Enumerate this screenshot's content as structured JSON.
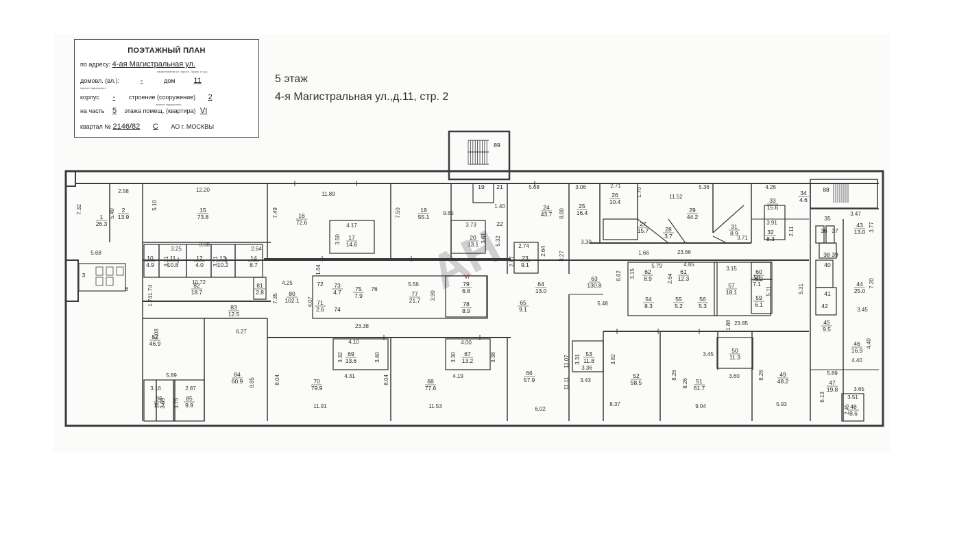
{
  "stamp": {
    "title": "ПОЭТАЖНЫЙ ПЛАН",
    "address_label": "по адресу:",
    "address_value": "4-ая Магистральная ул.",
    "address_hint": "наименование ул. (просп., бульв. и т.д.)",
    "domovl_label": "домовл. (вл.):",
    "domovl_value": "-",
    "dom_label": "дом",
    "dom_value": "11",
    "domovl_hint": "нужное подчеркнуть",
    "korpus_label": "корпус",
    "korpus_value": "-",
    "stroenie_label": "строение (сооружение)",
    "stroenie_value": "2",
    "stroenie_hint": "нужное подчеркнуть",
    "part_label": "на часть",
    "part_value": "5",
    "floor_label": "этажа",
    "premises_label": "помещ. (квартира)",
    "premises_value": "VI",
    "block_label": "квартал №",
    "block_value": "2146/82",
    "block_letter": "С",
    "block_suffix": "АО г. МОСКВЫ"
  },
  "header": {
    "floor": "5 этаж",
    "address": "4-я Магистральная ул.,д.11, стр. 2"
  },
  "plan": {
    "wall_color": "#3a3a3a",
    "watermark_color": "#cfcfcf",
    "mark_color": "#b3261e",
    "mark": "VI",
    "rooms": [
      {
        "n": "1",
        "a": "26.3"
      },
      {
        "n": "2",
        "a": "13.9"
      },
      {
        "n": "3"
      },
      {
        "n": "6"
      },
      {
        "n": "10",
        "a": "4.9"
      },
      {
        "n": "11",
        "a": "10.8"
      },
      {
        "n": "12",
        "a": "4.0"
      },
      {
        "n": "13",
        "a": "10.2"
      },
      {
        "n": "14",
        "a": "8.7"
      },
      {
        "n": "15",
        "a": "73.8"
      },
      {
        "n": "16",
        "a": "72.6"
      },
      {
        "n": "17",
        "a": "14.6"
      },
      {
        "n": "18",
        "a": "55.1"
      },
      {
        "n": "19"
      },
      {
        "n": "20",
        "a": "13.1"
      },
      {
        "n": "21"
      },
      {
        "n": "22"
      },
      {
        "n": "23",
        "a": "9.1"
      },
      {
        "n": "24",
        "a": "43.7"
      },
      {
        "n": "25",
        "a": "16.4"
      },
      {
        "n": "26",
        "a": "10.4"
      },
      {
        "n": "27",
        "a": "15.7"
      },
      {
        "n": "28",
        "a": "3.7"
      },
      {
        "n": "29",
        "a": "44.2"
      },
      {
        "n": "31",
        "a": "8.9"
      },
      {
        "n": "32",
        "a": "8.3"
      },
      {
        "n": "33",
        "a": "15.6"
      },
      {
        "n": "34",
        "a": "4.6"
      },
      {
        "n": "35"
      },
      {
        "n": "36"
      },
      {
        "n": "37"
      },
      {
        "n": "38"
      },
      {
        "n": "39"
      },
      {
        "n": "40"
      },
      {
        "n": "41"
      },
      {
        "n": "42"
      },
      {
        "n": "43",
        "a": "13.0"
      },
      {
        "n": "44",
        "a": "25.0"
      },
      {
        "n": "45",
        "a": "9.5"
      },
      {
        "n": "46",
        "a": "16.9"
      },
      {
        "n": "47",
        "a": "19.8"
      },
      {
        "n": "48",
        "a": "8.6"
      },
      {
        "n": "49",
        "a": "48.2"
      },
      {
        "n": "50",
        "a": "11.3"
      },
      {
        "n": "51",
        "a": "61.7"
      },
      {
        "n": "52",
        "a": "58.5"
      },
      {
        "n": "53",
        "a": "11.8"
      },
      {
        "n": "54",
        "a": "8.3"
      },
      {
        "n": "55",
        "a": "5.2"
      },
      {
        "n": "56",
        "a": "5.3"
      },
      {
        "n": "57",
        "a": "18.1"
      },
      {
        "n": "58",
        "a": "7.1"
      },
      {
        "n": "59",
        "a": "6.1"
      },
      {
        "n": "60",
        "a": "6.2"
      },
      {
        "n": "61",
        "a": "12.3"
      },
      {
        "n": "62",
        "a": "8.9"
      },
      {
        "n": "63",
        "a": "130.8"
      },
      {
        "n": "64",
        "a": "13.0"
      },
      {
        "n": "65",
        "a": "9.1"
      },
      {
        "n": "66",
        "a": "57.9"
      },
      {
        "n": "67",
        "a": "13.2"
      },
      {
        "n": "68",
        "a": "77.6"
      },
      {
        "n": "69",
        "a": "13.6"
      },
      {
        "n": "70",
        "a": "79.9"
      },
      {
        "n": "71",
        "a": "2.6"
      },
      {
        "n": "72"
      },
      {
        "n": "73",
        "a": "4.7"
      },
      {
        "n": "74"
      },
      {
        "n": "75",
        "a": "7.9"
      },
      {
        "n": "76"
      },
      {
        "n": "77",
        "a": "21.7"
      },
      {
        "n": "78",
        "a": "8.9"
      },
      {
        "n": "79",
        "a": "6.8"
      },
      {
        "n": "80",
        "a": "102.1"
      },
      {
        "n": "81",
        "a": "2.8"
      },
      {
        "n": "82",
        "a": "18.7"
      },
      {
        "n": "83",
        "a": "12.5"
      },
      {
        "n": "84",
        "a": "60.9"
      },
      {
        "n": "85",
        "a": "9.9"
      },
      {
        "n": "86",
        "a": "11.7"
      },
      {
        "n": "87",
        "a": "46.9"
      },
      {
        "n": "88"
      },
      {
        "n": "89"
      }
    ],
    "dims": [
      "12.20",
      "11.89",
      "5.68",
      "3.06",
      "2.71",
      "1.70",
      "11.52",
      "5.36",
      "4.26",
      "2.58",
      "7.32",
      "5.40",
      "5.10",
      "7.49",
      "7.50",
      "9.85",
      "4.17",
      "3.50",
      "3.73",
      "3.61",
      "1.40",
      "5.32",
      "2.74",
      "2.87",
      "2.64",
      "3.27",
      "8.80",
      "3.30",
      "3.71",
      "3.91",
      "2.11",
      "3.77",
      "3.47",
      "3.25",
      "3.08",
      "2.64",
      "3.31",
      "3.31",
      "5.68",
      "10.72",
      "1.74",
      "4.25",
      "1.64",
      "7.35",
      "4.07",
      "5.56",
      "3.90",
      "23.38",
      "6.27",
      "6.08",
      "5.89",
      "3.16",
      "2.87",
      "3.75",
      "3.69",
      "9.85",
      "4.10",
      "3.32",
      "3.40",
      "4.31",
      "4.00",
      "3.30",
      "3.38",
      "4.19",
      "8.04",
      "8.04",
      "11.91",
      "11.53",
      "11.07",
      "6.02",
      "3.31",
      "3.36",
      "3.43",
      "3.82",
      "8.26",
      "8.37",
      "8.26",
      "3.45",
      "3.60",
      "9.04",
      "8.26",
      "5.93",
      "23.66",
      "1.66",
      "3.15",
      "5.79",
      "2.64",
      "4.65",
      "8.62",
      "3.15",
      "5.11",
      "5.31",
      "5.48",
      "1.88",
      "23.85",
      "7.20",
      "3.45",
      "4.40",
      "4.40",
      "5.89",
      "3.65",
      "3.51",
      "6.13",
      "2.45",
      "11.11",
      "1.74"
    ]
  }
}
